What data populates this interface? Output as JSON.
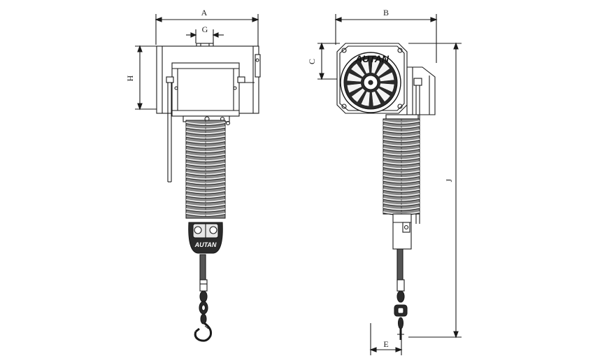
{
  "dimensions": {
    "A": "A",
    "B": "B",
    "C": "C",
    "E": "E",
    "G": "G",
    "H": "H",
    "J": "J"
  },
  "brand": {
    "housing_logo": "AUTAN",
    "handle_logo": "AUTAN"
  },
  "colors": {
    "line": "#1a1a1a",
    "fill_dark": "#2b2b2b",
    "fill_mid": "#8a8a8a",
    "fill_light": "#f4f4f4"
  }
}
